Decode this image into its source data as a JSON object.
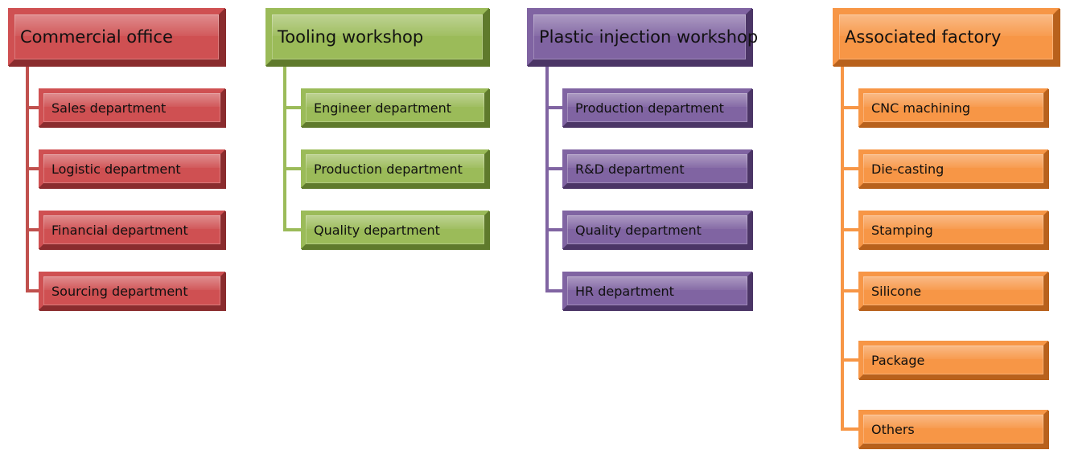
{
  "groups": [
    {
      "id": "commercial",
      "title": "Commercial office",
      "colors": {
        "fill": "#cf5052",
        "dark": "#8a2c2e",
        "line": "#c0504d"
      },
      "items": [
        "Sales department",
        "Logistic department",
        "Financial department",
        "Sourcing department"
      ]
    },
    {
      "id": "tooling",
      "title": "Tooling workshop",
      "colors": {
        "fill": "#9bbb59",
        "dark": "#5f7a2c",
        "line": "#9bbb59"
      },
      "items": [
        "Engineer department",
        "Production department",
        "Quality department"
      ]
    },
    {
      "id": "plastic",
      "title": "Plastic injection workshop",
      "colors": {
        "fill": "#8064a2",
        "dark": "#4b3566",
        "line": "#8064a2"
      },
      "items": [
        "Production department",
        "R&D department",
        "Quality department",
        "HR department"
      ]
    },
    {
      "id": "associated",
      "title": "Associated factory",
      "colors": {
        "fill": "#f79646",
        "dark": "#b8611c",
        "line": "#f79646"
      },
      "items": [
        "CNC machining",
        "Die-casting",
        "Stamping",
        "Silicone",
        "Package",
        "Others"
      ]
    }
  ]
}
